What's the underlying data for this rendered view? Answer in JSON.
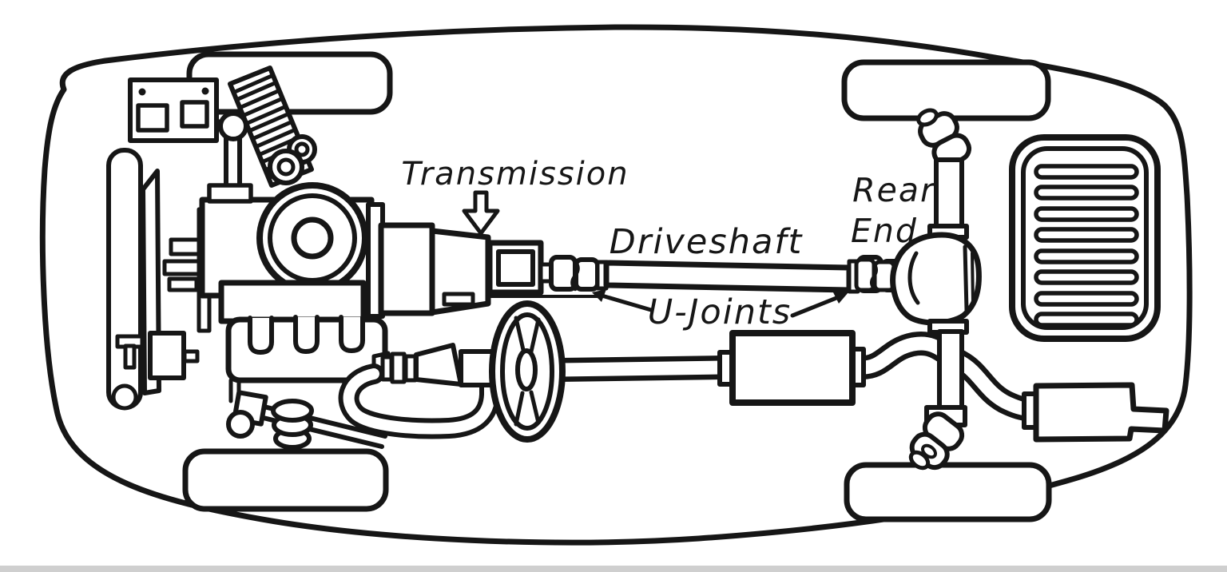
{
  "diagram": {
    "subject": "Hand-drawn line diagram of a car chassis viewed from underneath showing the drivetrain",
    "labels": {
      "transmission": "Transmission",
      "driveshaft": "Driveshaft",
      "u_joints": "U-Joints",
      "rear_end_line1": "Rear",
      "rear_end_line2": "End"
    },
    "parts": [
      "car-body-outline",
      "wheel-front-left",
      "wheel-front-right",
      "wheel-rear-left",
      "wheel-rear-right",
      "battery",
      "radiator",
      "stabilizer-link",
      "engine-block",
      "engine-fan",
      "ribbed-hose",
      "pulley",
      "oil-pan",
      "exhaust-manifold",
      "coil-spring",
      "engine-mount",
      "transmission",
      "slip-yoke",
      "u-joint-front",
      "driveshaft",
      "u-joint-rear",
      "rear-differential",
      "rear-axle-upper",
      "rear-axle-lower",
      "exhaust-loop-pipe",
      "exhaust-pipe",
      "muffler",
      "resonator",
      "tailpipe",
      "gas-tank",
      "spare-pulley-wheel",
      "transmission-arrow",
      "u-joints-arrow-left",
      "u-joints-arrow-right"
    ],
    "colors": {
      "line": "#161616",
      "background": "#ffffff",
      "footer_strip": "#cfcfcf"
    }
  }
}
